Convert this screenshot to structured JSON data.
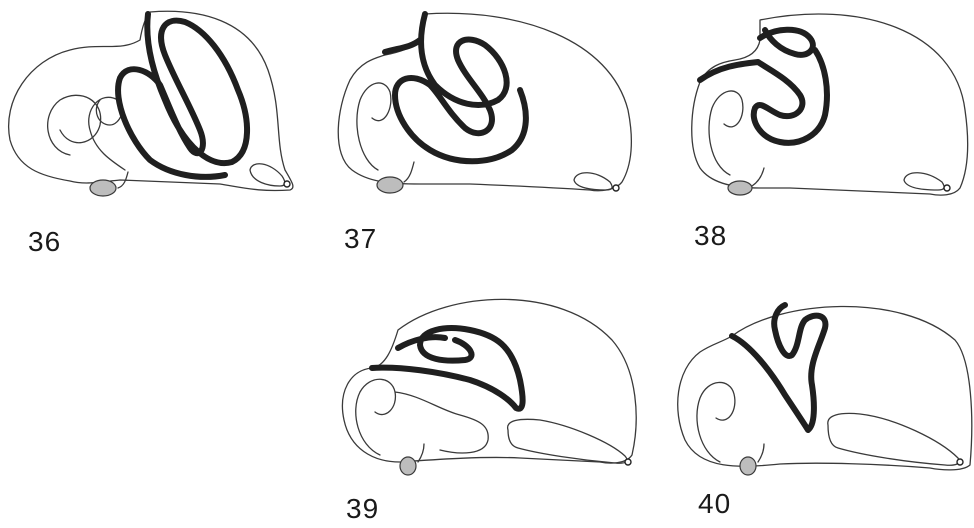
{
  "figures": [
    {
      "id": "36",
      "label": "36"
    },
    {
      "id": "37",
      "label": "37"
    },
    {
      "id": "38",
      "label": "38"
    },
    {
      "id": "39",
      "label": "39"
    },
    {
      "id": "40",
      "label": "40"
    }
  ]
}
